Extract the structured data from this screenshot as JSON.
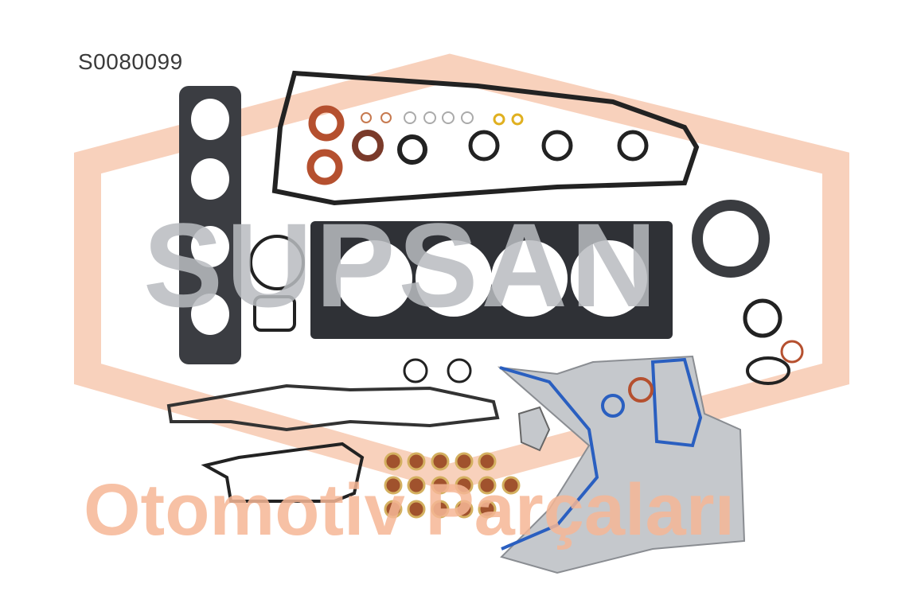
{
  "product": {
    "code": "S0080099"
  },
  "watermark": {
    "brand": "SUPSAN",
    "tagline": "Otomotiv Parçaları"
  },
  "colors": {
    "watermark_orange": "#f6b796",
    "watermark_gray": "#b9bcc0",
    "gasket_dark": "#2a2c30",
    "seal_red": "#b5502f",
    "blue_seal": "#2a5fc0"
  }
}
